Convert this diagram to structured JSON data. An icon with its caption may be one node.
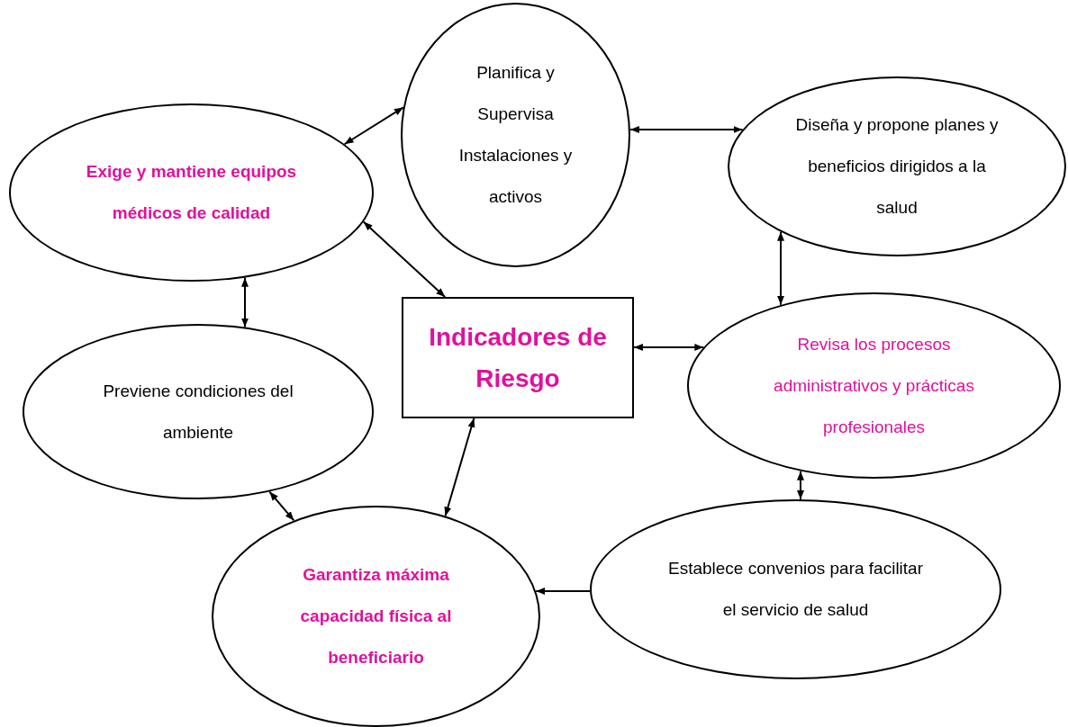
{
  "diagram": {
    "nodes": [
      {
        "text": [
          "Exige y  mantiene equipos médicos de calidad"
        ]
      },
      {
        "text": [
          "Planifica y Supervisa Instalaciones y activos"
        ]
      },
      {
        "text": [
          "Diseña y propone planes y beneficios dirigidos a la salud"
        ]
      },
      {
        "text": [
          "Indicadores de Riesgo"
        ]
      },
      {
        "text": [
          "Revisa los procesos administrativos y prácticas profesionales"
        ]
      },
      {
        "text": [
          "Previene condiciones del ambiente"
        ]
      },
      {
        "text": [
          "Garantiza máxima capacidad física al beneficiario"
        ]
      },
      {
        "text": [
          "Establece convenios para facilitar el servicio de salud"
        ]
      }
    ],
    "edges": [
      {
        "from": 0,
        "to": 1,
        "arrow": "both"
      },
      {
        "from": 1,
        "to": 2,
        "arrow": "both"
      },
      {
        "from": 0,
        "to": 3,
        "arrow": "both"
      },
      {
        "from": 2,
        "to": 4,
        "arrow": "both"
      },
      {
        "from": 0,
        "to": 5,
        "arrow": "both"
      },
      {
        "from": 3,
        "to": 4,
        "arrow": "both"
      },
      {
        "from": 3,
        "to": 6,
        "arrow": "both"
      },
      {
        "from": 5,
        "to": 6,
        "arrow": "both"
      },
      {
        "from": 4,
        "to": 7,
        "arrow": "both"
      },
      {
        "from": 7,
        "to": 6,
        "arrow": "to"
      }
    ]
  }
}
